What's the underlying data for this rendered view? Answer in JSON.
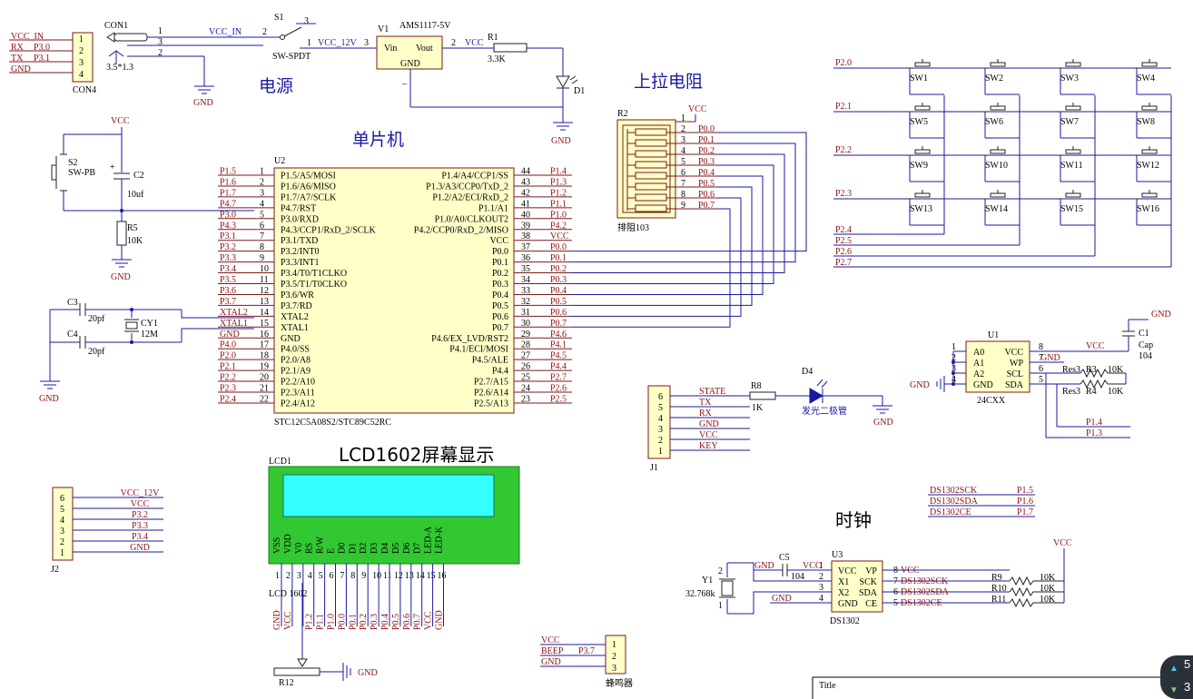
{
  "labels": {
    "power": "电源",
    "mcu": "单片机",
    "pullup": "上拉电阻",
    "lcd_title": "LCD1602屏幕显示",
    "clock": "时钟",
    "buzzer": "蜂鸣器",
    "led_cn": "发光二极管",
    "title_box": "Title"
  },
  "con1": {
    "ref": "CON1",
    "value": "3.5*1.3",
    "pins": [
      "1",
      "3",
      "2"
    ],
    "net": "VCC_IN"
  },
  "con4": {
    "ref": "CON4",
    "pins": [
      "1",
      "2",
      "3",
      "4"
    ],
    "nets": [
      "VCC_IN",
      "RX",
      "P3.0",
      "TX",
      "P3.1",
      "GND"
    ]
  },
  "s1": {
    "ref": "S1",
    "value": "SW-SPDT",
    "p3": "3",
    "p2": "2",
    "p1": "1"
  },
  "v1": {
    "ref": "V1",
    "value": "AMS1117-5V",
    "vin": "Vin",
    "vout": "Vout",
    "gnd": "GND",
    "in_net": "VCC_12V",
    "in_pin": "3",
    "out_pin": "2",
    "out_net": "VCC",
    "minus": "–"
  },
  "r1": {
    "ref": "R1",
    "value": "3.3K"
  },
  "d1": {
    "ref": "D1"
  },
  "gnd": "GND",
  "vcc": "VCC",
  "reset": {
    "s2": "S2",
    "s2v": "SW-PB",
    "c2": "C2",
    "c2v": "10uf",
    "r5": "R5",
    "r5v": "10K",
    "plus": "+"
  },
  "xtal": {
    "c3": "C3",
    "c3v": "20pf",
    "c4": "C4",
    "c4v": "20pf",
    "cy1": "CY1",
    "cy1v": "12M"
  },
  "u2": {
    "ref": "U2",
    "part": "STC12C5A08S2/STC89C52RC",
    "left": [
      [
        "1",
        "P1.5/A5/MOSI",
        "P1.5"
      ],
      [
        "2",
        "P1.6/A6/MISO",
        "P1.6"
      ],
      [
        "3",
        "P1.7/A7/SCLK",
        "P1.7"
      ],
      [
        "4",
        "P4.7/RST",
        "P4.7"
      ],
      [
        "5",
        "P3.0/RXD",
        "P3.0"
      ],
      [
        "6",
        "P4.3/CCP1/RxD_2/SCLK",
        "P4.3"
      ],
      [
        "7",
        "P3.1/TXD",
        "P3.1"
      ],
      [
        "8",
        "P3.2/INT0",
        "P3.2"
      ],
      [
        "9",
        "P3.3/INT1",
        "P3.3"
      ],
      [
        "10",
        "P3.4/T0/T1CLKO",
        "P3.4"
      ],
      [
        "11",
        "P3.5/T1/T0CLKO",
        "P3.5"
      ],
      [
        "12",
        "P3.6/WR",
        "P3.6"
      ],
      [
        "13",
        "P3.7/RD",
        "P3.7"
      ],
      [
        "14",
        "XTAL2",
        "XTAL2"
      ],
      [
        "15",
        "XTAL1",
        "XTAL1"
      ],
      [
        "16",
        "GND",
        "GND"
      ],
      [
        "17",
        "P4.0/SS",
        "P4.0"
      ],
      [
        "18",
        "P2.0/A8",
        "P2.0"
      ],
      [
        "19",
        "P2.1/A9",
        "P2.1"
      ],
      [
        "20",
        "P2.2/A10",
        "P2.2"
      ],
      [
        "21",
        "P2.3/A11",
        "P2.3"
      ],
      [
        "22",
        "P2.4/A12",
        "P2.4"
      ]
    ],
    "right": [
      [
        "44",
        "P1.4/A4/CCP1/SS",
        "P1.4"
      ],
      [
        "43",
        "P1.3/A3/CCP0/TxD_2",
        "P1.3"
      ],
      [
        "42",
        "P1.2/A2/ECI/RxD_2",
        "P1.2"
      ],
      [
        "41",
        "P1.1/A1",
        "P1.1"
      ],
      [
        "40",
        "P1.0/A0/CLKOUT2",
        "P1.0"
      ],
      [
        "39",
        "P4.2/CCP0/RxD_2/MISO",
        "P4.2"
      ],
      [
        "38",
        "VCC",
        "VCC"
      ],
      [
        "37",
        "P0.0",
        "P0.0"
      ],
      [
        "36",
        "P0.1",
        "P0.1"
      ],
      [
        "35",
        "P0.2",
        "P0.2"
      ],
      [
        "34",
        "P0.3",
        "P0.3"
      ],
      [
        "33",
        "P0.4",
        "P0.4"
      ],
      [
        "32",
        "P0.5",
        "P0.5"
      ],
      [
        "31",
        "P0.6",
        "P0.6"
      ],
      [
        "30",
        "P0.7",
        "P0.7"
      ],
      [
        "29",
        "P4.6/EX_LVD/RST2",
        "P4.6"
      ],
      [
        "28",
        "P4.1/ECI/MOSI",
        "P4.1"
      ],
      [
        "27",
        "P4.5/ALE",
        "P4.5"
      ],
      [
        "26",
        "P4.4",
        "P4.4"
      ],
      [
        "25",
        "P2.7/A15",
        "P2.7"
      ],
      [
        "24",
        "P2.6/A14",
        "P2.6"
      ],
      [
        "23",
        "P2.5/A13",
        "P2.5"
      ]
    ]
  },
  "r2": {
    "ref": "R2",
    "value": "排阻103",
    "pins": [
      "1",
      "2",
      "3",
      "4",
      "5",
      "6",
      "7",
      "8",
      "9"
    ],
    "nets": [
      "P0.0",
      "P0.1",
      "P0.2",
      "P0.3",
      "P0.4",
      "P0.5",
      "P0.6",
      "P0.7"
    ],
    "vcc": "VCC"
  },
  "keypad": {
    "rows": [
      "P2.0",
      "P2.1",
      "P2.2",
      "P2.3"
    ],
    "cols": [
      "P2.4",
      "P2.5",
      "P2.6",
      "P2.7"
    ],
    "switches": [
      "SW1",
      "SW2",
      "SW3",
      "SW4",
      "SW5",
      "SW6",
      "SW7",
      "SW8",
      "SW9",
      "SW10",
      "SW11",
      "SW12",
      "SW13",
      "SW14",
      "SW15",
      "SW16"
    ]
  },
  "eeprom": {
    "ref": "U1",
    "part": "24CXX",
    "left": [
      "A0",
      "A1",
      "A2",
      "GND"
    ],
    "right": [
      "VCC",
      "WP",
      "SCL",
      "SDA"
    ],
    "lpins": [
      "1",
      "2",
      "3",
      "4"
    ],
    "rpins": [
      "8",
      "7",
      "6",
      "5"
    ],
    "c1": "C1",
    "c1v": "Cap",
    "c1n": "104",
    "res3": "Res3",
    "r3": "R3",
    "r3v": "10K",
    "r4": "R4",
    "r4v": "10K",
    "p14": "P1.4",
    "p13": "P1.3"
  },
  "j1": {
    "ref": "J1",
    "pins": [
      "6",
      "5",
      "4",
      "3",
      "2",
      "1"
    ],
    "nets": [
      "STATE",
      "TX",
      "RX",
      "GND",
      "VCC",
      "KEY"
    ],
    "r8": "R8",
    "r8v": "1K",
    "d4": "D4"
  },
  "j2": {
    "ref": "J2",
    "pins": [
      "6",
      "5",
      "4",
      "3",
      "2",
      "1"
    ],
    "nets": [
      "VCC_12V",
      "VCC",
      "P3.2",
      "P3.3",
      "P3.4",
      "GND"
    ]
  },
  "lcd": {
    "ref": "LCD1",
    "name": "LCD 1602",
    "pins": [
      "VSS",
      "VDD",
      "V0",
      "RS",
      "R/W",
      "E",
      "D0",
      "D1",
      "D2",
      "D3",
      "D4",
      "D5",
      "D6",
      "D7",
      "LED-A",
      "LED-K"
    ],
    "nums": [
      "1",
      "2",
      "3",
      "4",
      "5",
      "6",
      "7",
      "8",
      "9",
      "10",
      "11",
      "12",
      "13",
      "14",
      "15",
      "16"
    ],
    "nets": [
      "GND",
      "VCC",
      "",
      "P1.2",
      "P1.1",
      "P1.0",
      "P0.0",
      "P0.1",
      "P0.2",
      "P0.3",
      "P0.4",
      "P0.5",
      "P0.6",
      "P0.7",
      "VCC",
      "GND"
    ],
    "r12": "R12"
  },
  "beep": {
    "pins": [
      "1",
      "2",
      "3"
    ],
    "nets": [
      "VCC",
      "BEEP",
      "P3.7",
      "GND"
    ]
  },
  "ds1302": {
    "ref": "U3",
    "part": "DS1302",
    "left": [
      "VCC",
      "X1",
      "X2",
      "GND"
    ],
    "right": [
      "VP",
      "SCK",
      "SDA",
      "CE"
    ],
    "lpins": [
      "1",
      "2",
      "3",
      "4"
    ],
    "rpins": [
      "8",
      "7",
      "6",
      "5"
    ],
    "nets": [
      "VCC",
      "DS1302SCK",
      "DS1302SDA",
      "DS1302CE"
    ],
    "c5": "C5",
    "c5v": "104",
    "y1": "Y1",
    "y1v": "32.768k",
    "res": [
      [
        "R9",
        "10K"
      ],
      [
        "R10",
        "10K"
      ],
      [
        "R11",
        "10K"
      ]
    ],
    "map": [
      [
        "DS1302SCK",
        "P1.5"
      ],
      [
        "DS1302SDA",
        "P1.6"
      ],
      [
        "DS1302CE",
        "P1.7"
      ]
    ]
  },
  "overlay": {
    "a": "5",
    "b": "3"
  }
}
